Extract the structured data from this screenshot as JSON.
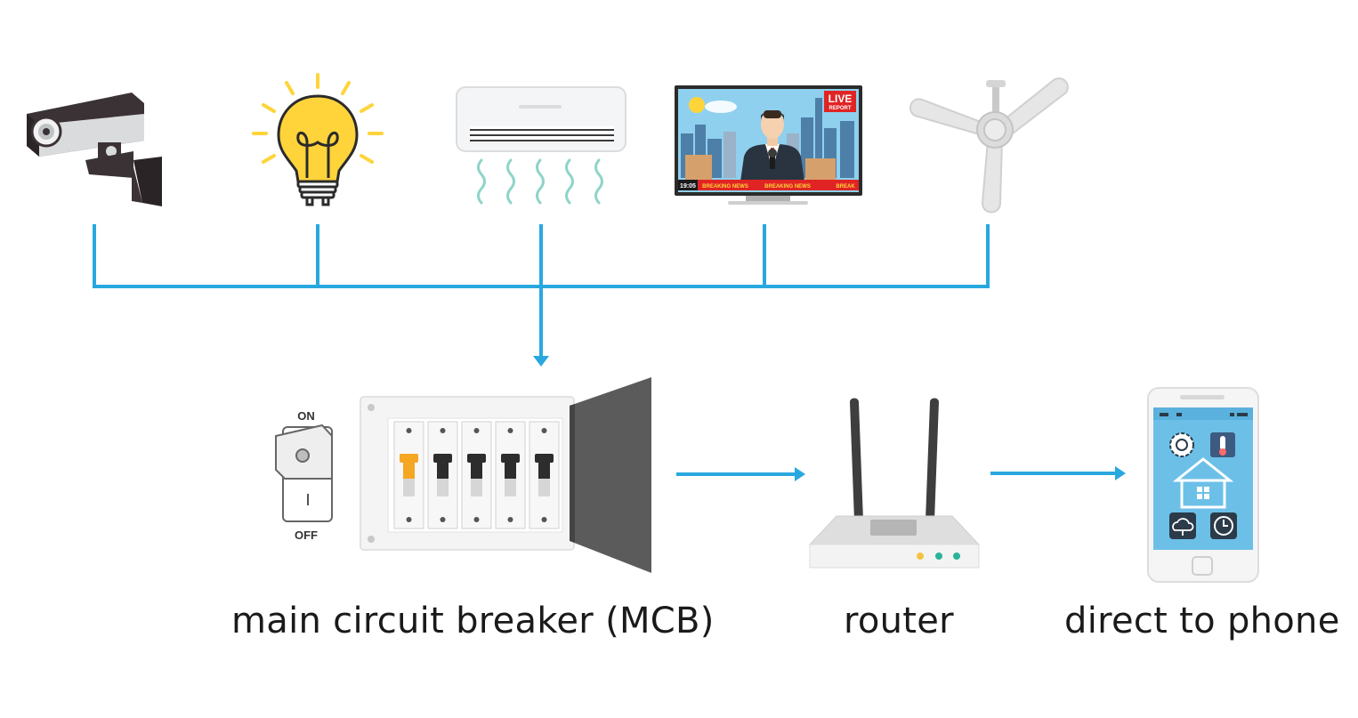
{
  "colors": {
    "wire": "#29a8e0",
    "breaker_on": "#f5a623",
    "breaker_off": "#2d2d2d",
    "bulb": "#ffd43b",
    "phone_screen": "#6cc0e8",
    "door": "#5b5b5b"
  },
  "devices": [
    {
      "name": "CCTV camera",
      "icon": "cctv-camera-icon"
    },
    {
      "name": "light bulb",
      "icon": "light-bulb-icon"
    },
    {
      "name": "air conditioner",
      "icon": "air-conditioner-icon"
    },
    {
      "name": "television",
      "icon": "television-icon"
    },
    {
      "name": "ceiling fan",
      "icon": "ceiling-fan-icon"
    }
  ],
  "tv": {
    "live_badge": "LIVE",
    "report_badge": "REPORT",
    "clock": "19:05",
    "ticker": [
      "BREAKING NEWS",
      "BREAKING NEWS",
      "BREAK"
    ]
  },
  "switch": {
    "on_label": "ON",
    "off_label": "OFF",
    "mark": "I"
  },
  "breakers": {
    "count": 5,
    "states": [
      "on",
      "off",
      "off",
      "off",
      "off"
    ]
  },
  "captions": {
    "mcb": "main circuit breaker (MCB)",
    "router": "router",
    "phone": "direct to phone"
  }
}
